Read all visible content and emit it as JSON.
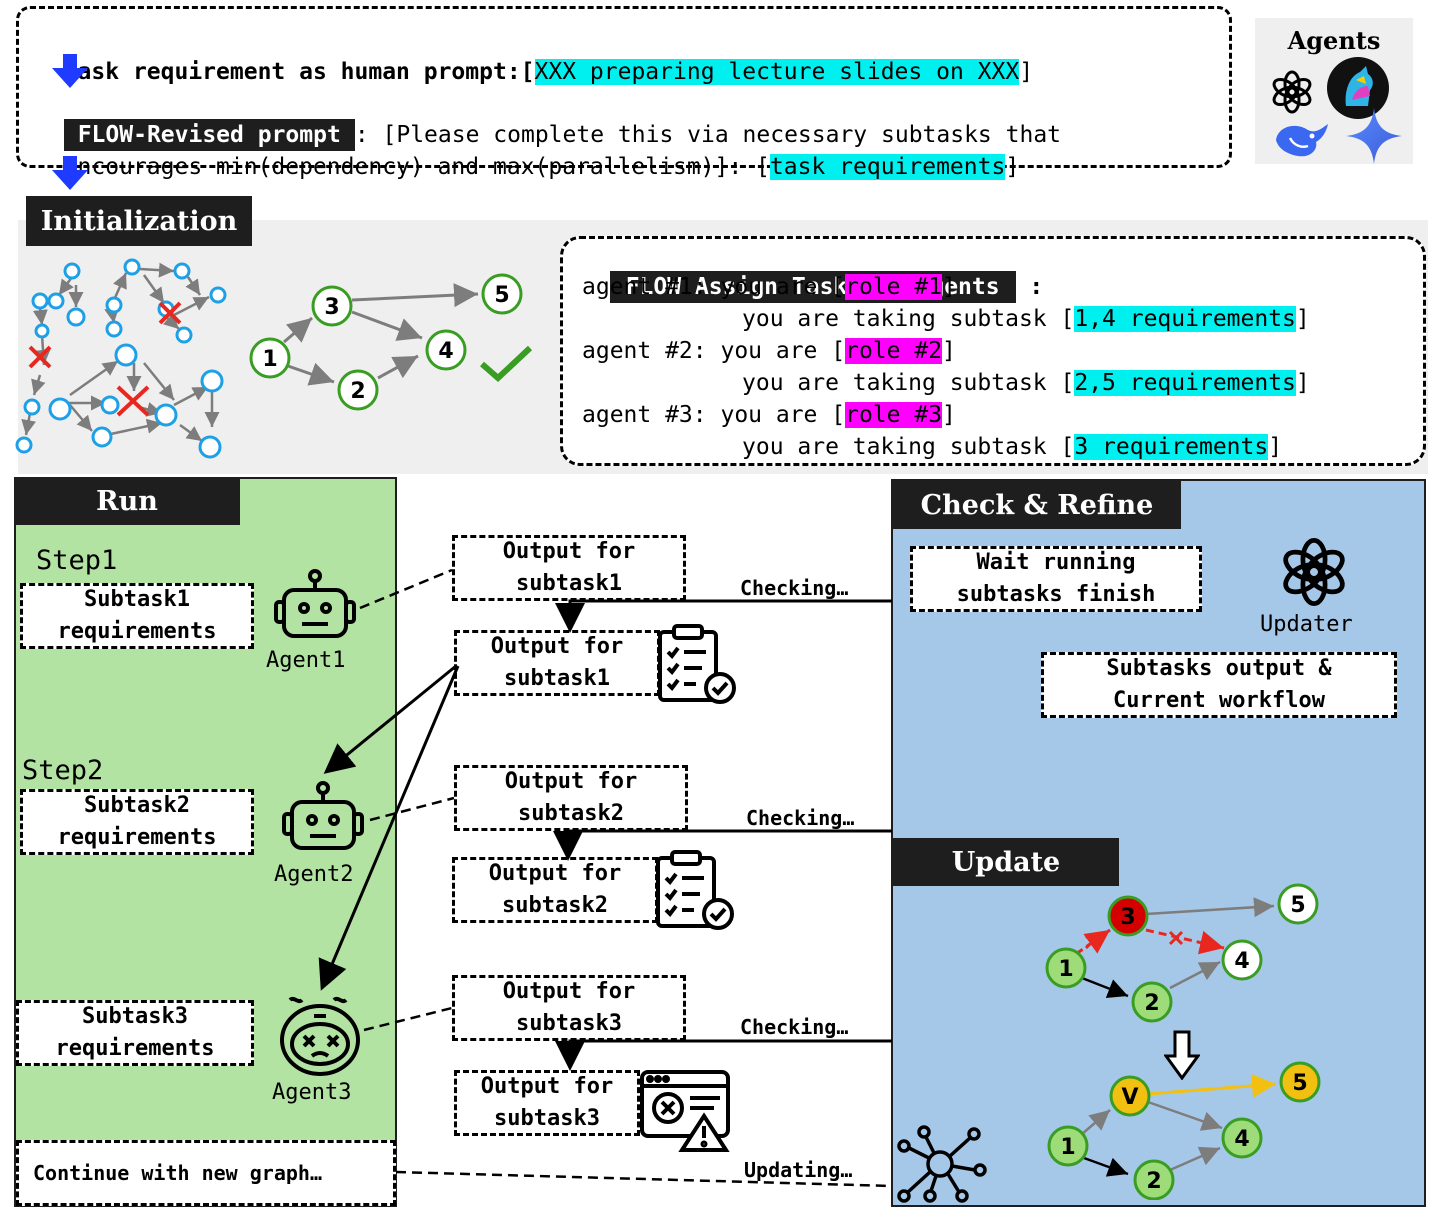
{
  "top": {
    "task_prefix": "Task requirement as human prompt:",
    "task_value": "XXX preparing lecture slides on XXX",
    "revised_tag": "FLOW-Revised prompt",
    "revised_line1": ": [Please complete this via necessary subtasks that",
    "revised_line2_a": "encourages min(dependency) and max(parallelism)]: [",
    "revised_line2_b": "task requirements",
    "agents_title": "Agents"
  },
  "init": {
    "title": "Initialization",
    "assign_tag": "FLOW Assign Tasks to Agents",
    "agents": [
      {
        "label": "agent #1: you are [",
        "role": "role #1",
        "taking": "you are taking subtask [",
        "req": "1,4 requirements"
      },
      {
        "label": "agent #2: you are [",
        "role": "role #2",
        "taking": "you are taking subtask [",
        "req": "2,5 requirements"
      },
      {
        "label": "agent #3: you are [",
        "role": "role #3",
        "taking": "you are taking subtask [",
        "req": "3 requirements"
      }
    ],
    "graph_nodes": [
      "1",
      "2",
      "3",
      "4",
      "5"
    ]
  },
  "run": {
    "title": "Run",
    "step1": "Step1",
    "step2": "Step2",
    "subtask1": [
      "Subtask1",
      "requirements"
    ],
    "subtask2": [
      "Subtask2",
      "requirements"
    ],
    "subtask3": [
      "Subtask3",
      "requirements"
    ],
    "agent1": "Agent1",
    "agent2": "Agent2",
    "agent3": "Agent3",
    "continue": "Continue with new graph…"
  },
  "outputs": {
    "o1a": [
      "Output for",
      "subtask1"
    ],
    "o1b": [
      "Output for",
      "subtask1"
    ],
    "o2a": [
      "Output for",
      "subtask2"
    ],
    "o2b": [
      "Output for",
      "subtask2"
    ],
    "o3a": [
      "Output for",
      "subtask3"
    ],
    "o3b": [
      "Output for",
      "subtask3"
    ],
    "checking": "Checking…",
    "updating": "Updating…"
  },
  "check": {
    "title": "Check & Refine",
    "wait": [
      "Wait running",
      "subtasks finish"
    ],
    "updater": "Updater",
    "subtasks_output": [
      "Subtasks output &",
      "Current workflow"
    ]
  },
  "update": {
    "title": "Update",
    "before_nodes": [
      "1",
      "2",
      "3",
      "4",
      "5"
    ],
    "after_nodes": [
      "1",
      "2",
      "V",
      "4",
      "5"
    ]
  },
  "colors": {
    "run_bg": "#b2e3a2",
    "check_bg": "#a6c8e8",
    "init_bg": "#efefef",
    "cyan": "#00f0f0",
    "magenta": "#ff00ff",
    "node_green": "#3a9d23",
    "node_fill_light": "#9edc7a",
    "red_node": "#d40000",
    "yellow_node": "#f2c010"
  }
}
